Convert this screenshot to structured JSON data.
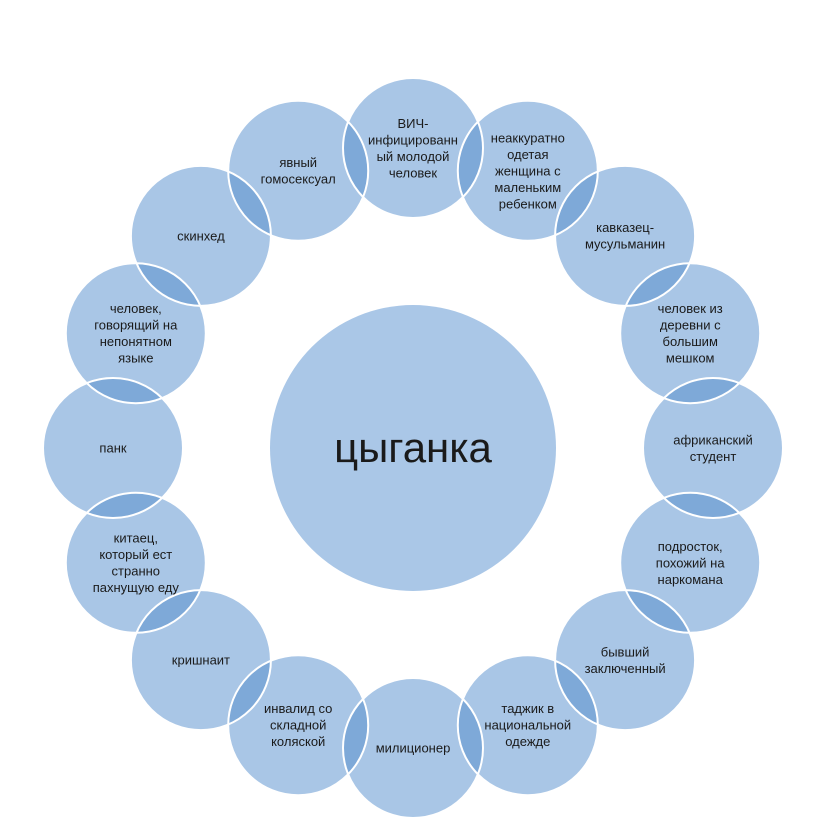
{
  "colors": {
    "node_fill": "#a9c6e6",
    "center_fill": "#aac7e7",
    "overlap_fill": "#7ea9d8",
    "stroke": "#ffffff",
    "text": "#1a1a1a"
  },
  "center": {
    "label": "цыганка"
  },
  "nodes": [
    {
      "label": "ВИЧ-инфицированный молодой человек",
      "lines": [
        "ВИЧ-",
        "инфицированн",
        "ый молодой",
        "человек"
      ]
    },
    {
      "label": "неаккуратно одетая женщина с маленьким ребенком",
      "lines": [
        "неаккуратно",
        "одетая",
        "женщина с",
        "маленьким",
        "ребенком"
      ]
    },
    {
      "label": "кавказец-мусульманин",
      "lines": [
        "кавказец-",
        "мусульманин"
      ]
    },
    {
      "label": "человек из деревни с большим мешком",
      "lines": [
        "человек из",
        "деревни с",
        "большим",
        "мешком"
      ]
    },
    {
      "label": "африканский студент",
      "lines": [
        "африканский",
        "студент"
      ]
    },
    {
      "label": "подросток, похожий на наркомана",
      "lines": [
        "подросток,",
        "похожий на",
        "наркомана"
      ]
    },
    {
      "label": "бывший заключенный",
      "lines": [
        "бывший",
        "заключенный"
      ]
    },
    {
      "label": "таджик в национальной одежде",
      "lines": [
        "таджик в",
        "национальной",
        "одежде"
      ]
    },
    {
      "label": "милиционер",
      "lines": [
        "милиционер"
      ]
    },
    {
      "label": "инвалид со складной коляской",
      "lines": [
        "инвалид со",
        "складной",
        "коляской"
      ]
    },
    {
      "label": "кришнаит",
      "lines": [
        "кришнаит"
      ]
    },
    {
      "label": "китаец, который ест странно пахнущую еду",
      "lines": [
        "китаец,",
        "который ест",
        "странно",
        "пахнущую еду"
      ]
    },
    {
      "label": "панк",
      "lines": [
        "панк"
      ]
    },
    {
      "label": "человек, говорящий на непонятном языке",
      "lines": [
        "человек,",
        "говорящий на",
        "непонятном",
        "языке"
      ]
    },
    {
      "label": "скинхед",
      "lines": [
        "скинхед"
      ]
    },
    {
      "label": "явный гомосексуал",
      "lines": [
        "явный",
        "гомосексуал"
      ]
    }
  ]
}
